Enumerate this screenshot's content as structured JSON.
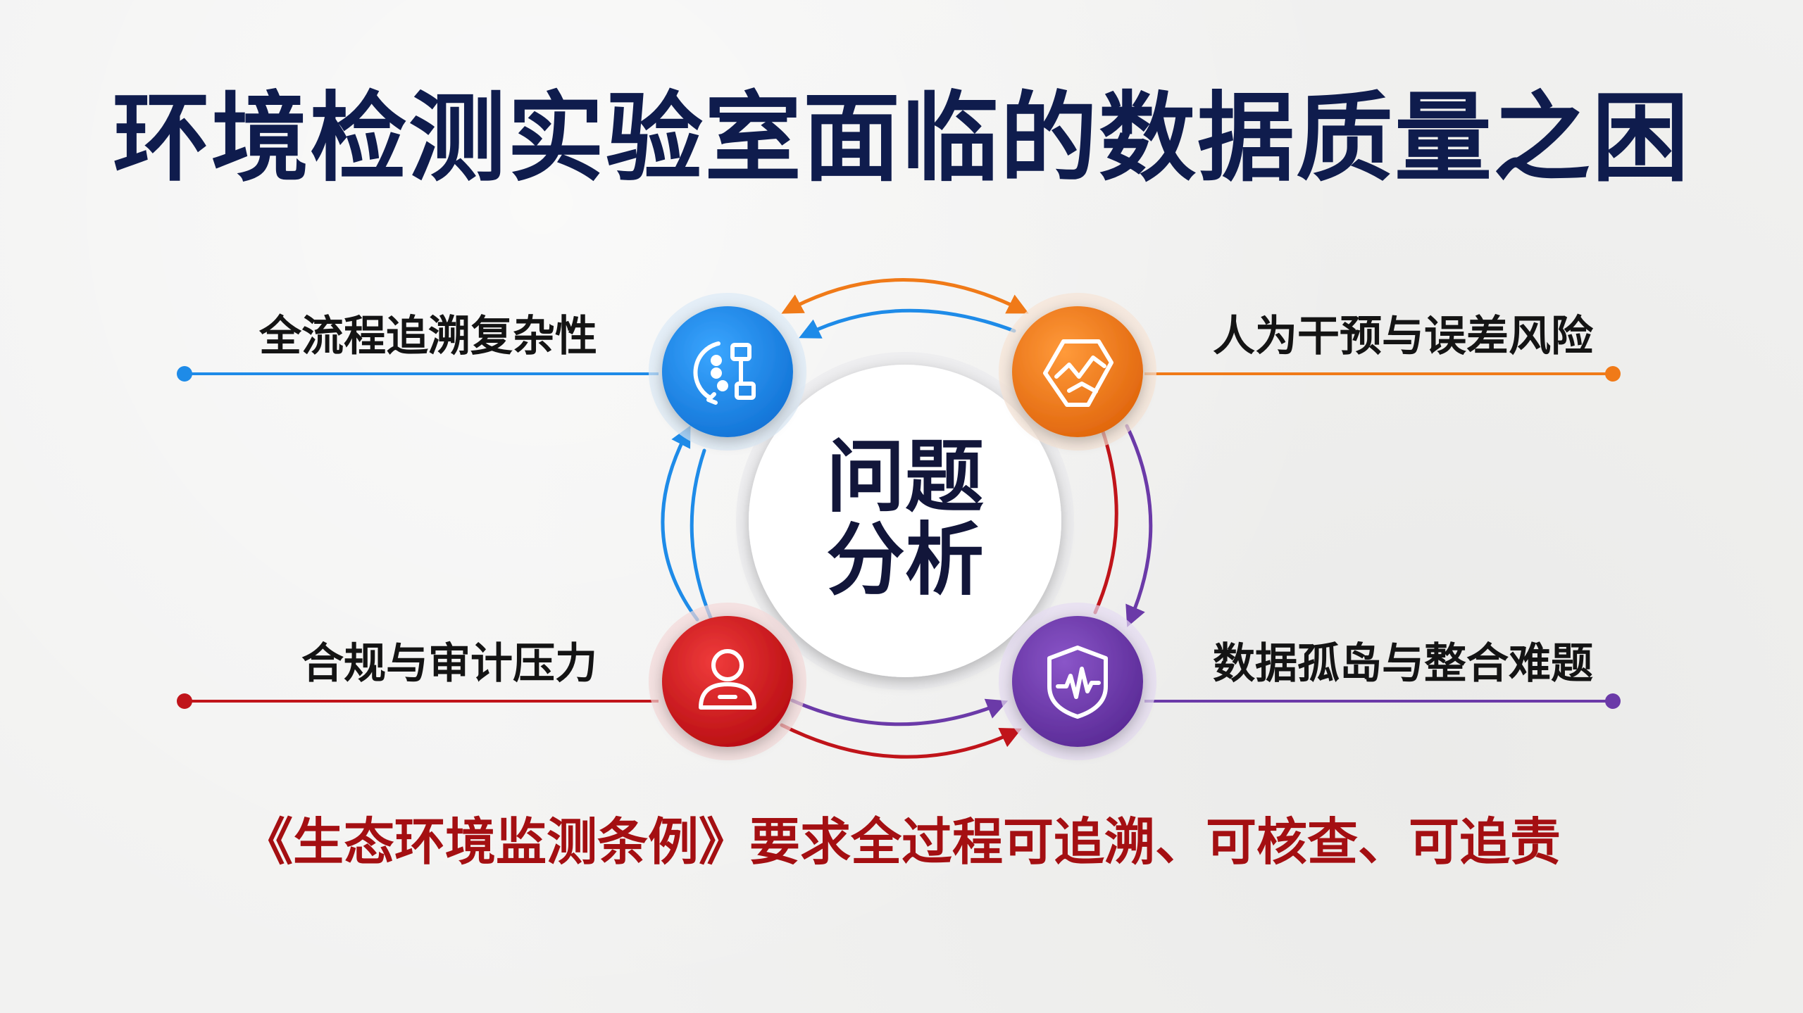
{
  "title": "环境检测实验室面临的数据质量之困",
  "center": {
    "line1": "问题",
    "line2": "分析"
  },
  "nodes": [
    {
      "id": "traceability",
      "label": "全流程追溯复杂性",
      "icon": "workflow-icon",
      "color": "#1e8be8"
    },
    {
      "id": "human-error",
      "label": "人为干预与误差风险",
      "icon": "shield-chart-icon",
      "color": "#f07a18"
    },
    {
      "id": "compliance",
      "label": "合规与审计压力",
      "icon": "user-icon",
      "color": "#d01a1e"
    },
    {
      "id": "data-silos",
      "label": "数据孤岛与整合难题",
      "icon": "shield-signal-icon",
      "color": "#6b3aa8"
    }
  ],
  "footer": "《生态环境监测条例》要求全过程可追溯、可核查、可追责",
  "colors": {
    "title": "#0f1c4d",
    "footer": "#a40f12",
    "blue": "#1e8be8",
    "orange": "#f07a18",
    "red": "#d01a1e",
    "purple": "#6b3aa8"
  }
}
